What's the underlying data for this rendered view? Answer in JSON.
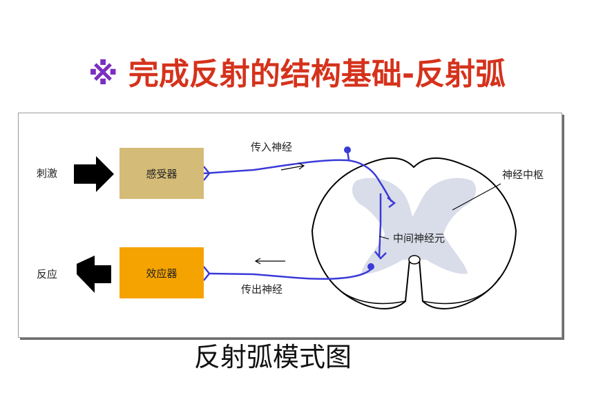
{
  "title": {
    "mark": "※",
    "text": "完成反射的结构基础-反射弧"
  },
  "diagram": {
    "stimulus": "刺激",
    "response": "反应",
    "receptor": "感受器",
    "effector": "效应器",
    "afferent_nerve": "传入神经",
    "efferent_nerve": "传出神经",
    "nerve_center": "神经中枢",
    "interneuron": "中间神经元",
    "colors": {
      "nerve": "#3a3ad8",
      "receptor_box": "#d4bb77",
      "effector_box": "#f5a300",
      "gray_matter": "#d9dde9",
      "arrow": "#000000"
    }
  },
  "caption": "反射弧模式图"
}
